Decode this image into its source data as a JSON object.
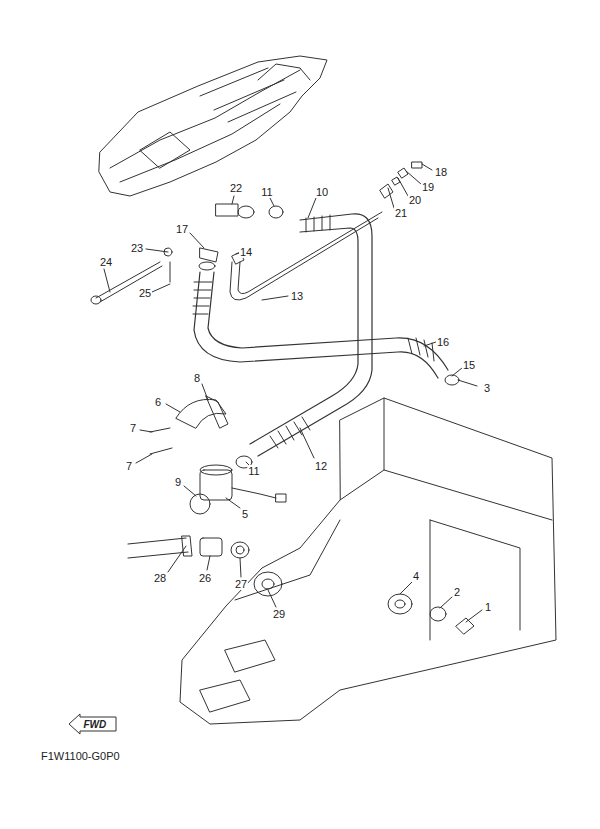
{
  "diagram": {
    "nodes": [
      {
        "text": [
          "FWD"
        ]
      }
    ],
    "labels": [
      "18",
      "19",
      "20",
      "21",
      "22",
      "11",
      "10",
      "17",
      "14",
      "23",
      "24",
      "13",
      "25",
      "16",
      "15",
      "3",
      "8",
      "6",
      "7",
      "11",
      "12",
      "7",
      "9",
      "5",
      "4",
      "2",
      "1",
      "28",
      "26",
      "27",
      "29",
      "F1W1100-G0P0"
    ]
  }
}
